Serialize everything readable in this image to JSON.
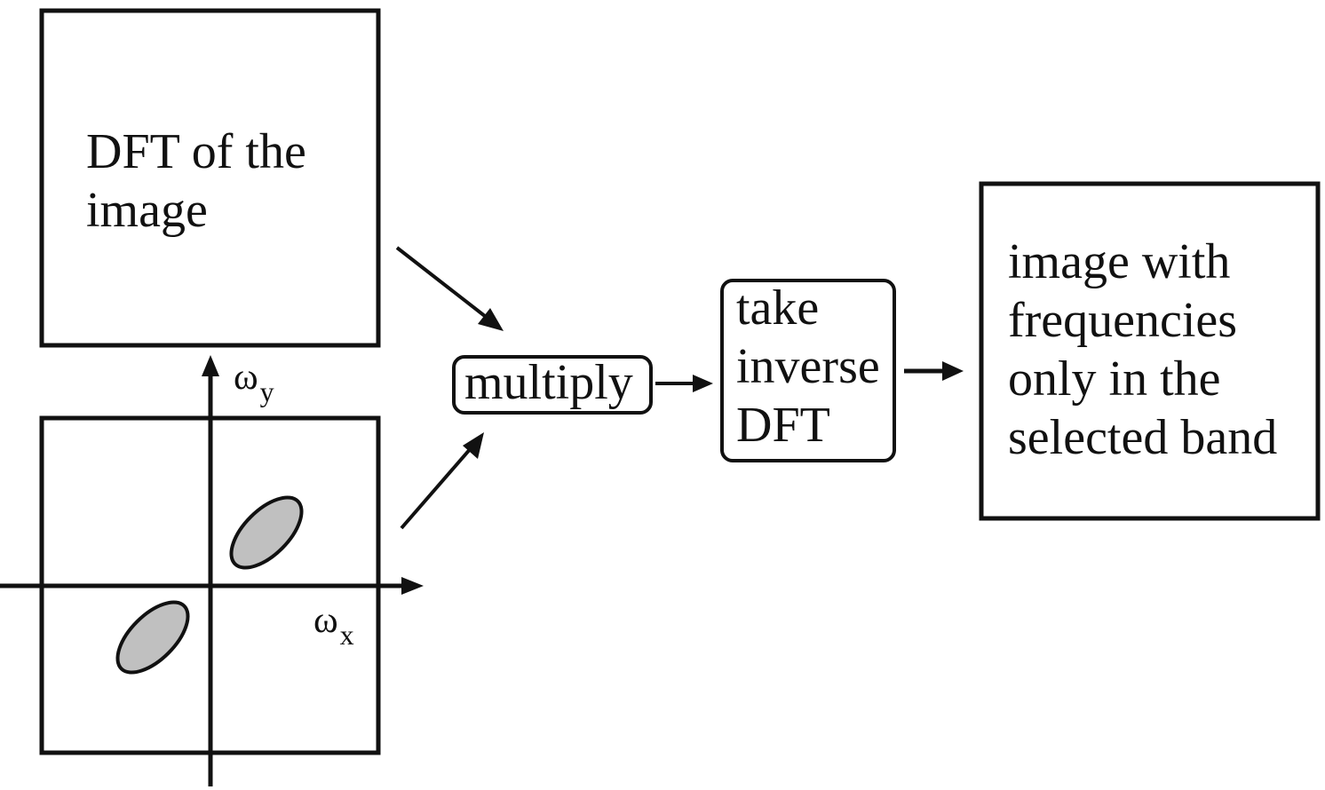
{
  "dft_box": {
    "line1": "DFT of the",
    "line2": "image"
  },
  "filter_axes": {
    "wy_symbol": "ω",
    "wy_sub": "y",
    "wx_symbol": "ω",
    "wx_sub": "x"
  },
  "multiply_box": {
    "label": "multiply"
  },
  "inverse_box": {
    "line1": "take",
    "line2": "inverse",
    "line3": "DFT"
  },
  "result_box": {
    "line1": "image with",
    "line2": "frequencies",
    "line3": "only in the",
    "line4": "selected band"
  },
  "colors": {
    "stroke": "#111111",
    "band_fill": "#c0c0c0",
    "background": "#ffffff"
  }
}
